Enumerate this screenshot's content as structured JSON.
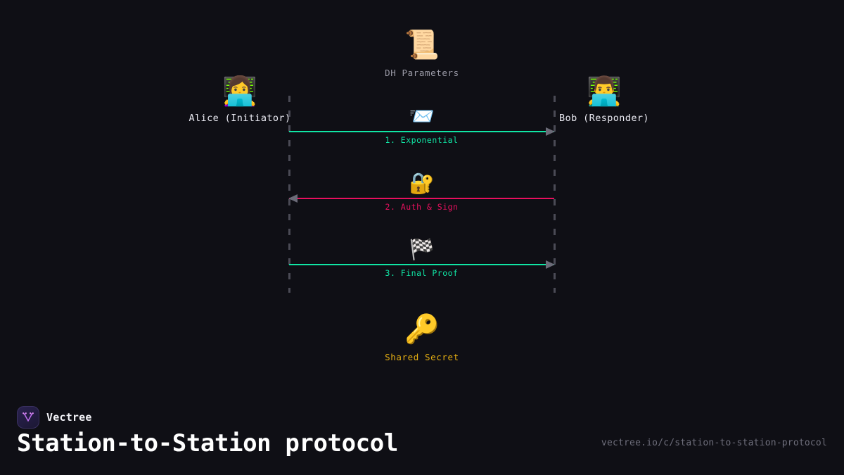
{
  "diagram": {
    "top_artifact": {
      "icon": "scroll-emoji",
      "glyph": "📜",
      "label": "DH Parameters"
    },
    "actors": [
      {
        "id": "alice",
        "glyph": "👩‍💻",
        "icon": "woman-technologist-emoji",
        "name": "Alice (Initiator)"
      },
      {
        "id": "bob",
        "glyph": "👨‍💻",
        "icon": "man-technologist-emoji",
        "name": "Bob (Responder)"
      }
    ],
    "messages": [
      {
        "index": 1,
        "label": "1. Exponential",
        "glyph": "📨",
        "icon": "incoming-envelope-emoji",
        "direction": "right",
        "color": "#10e5a4"
      },
      {
        "index": 2,
        "label": "2. Auth & Sign",
        "glyph": "🔐",
        "icon": "locked-with-key-emoji",
        "direction": "left",
        "color": "#e8105e"
      },
      {
        "index": 3,
        "label": "3. Final Proof",
        "glyph": "🏁",
        "icon": "chequered-flag-emoji",
        "direction": "right",
        "color": "#10e5a4"
      }
    ],
    "bottom_artifact": {
      "icon": "key-emoji",
      "glyph": "🔑",
      "label": "Shared Secret",
      "color": "#e3ad12"
    }
  },
  "footer": {
    "brand_name": "Vectree",
    "title": "Station-to-Station protocol",
    "url": "vectree.io/c/station-to-station-protocol"
  },
  "colors": {
    "background": "#0f0f15",
    "accent_green": "#10e5a4",
    "accent_pink": "#e8105e",
    "accent_gold": "#e3ad12",
    "lifeline": "#4a4a55",
    "arrowhead": "#6b6b78",
    "muted_text": "#9a9aa6"
  }
}
